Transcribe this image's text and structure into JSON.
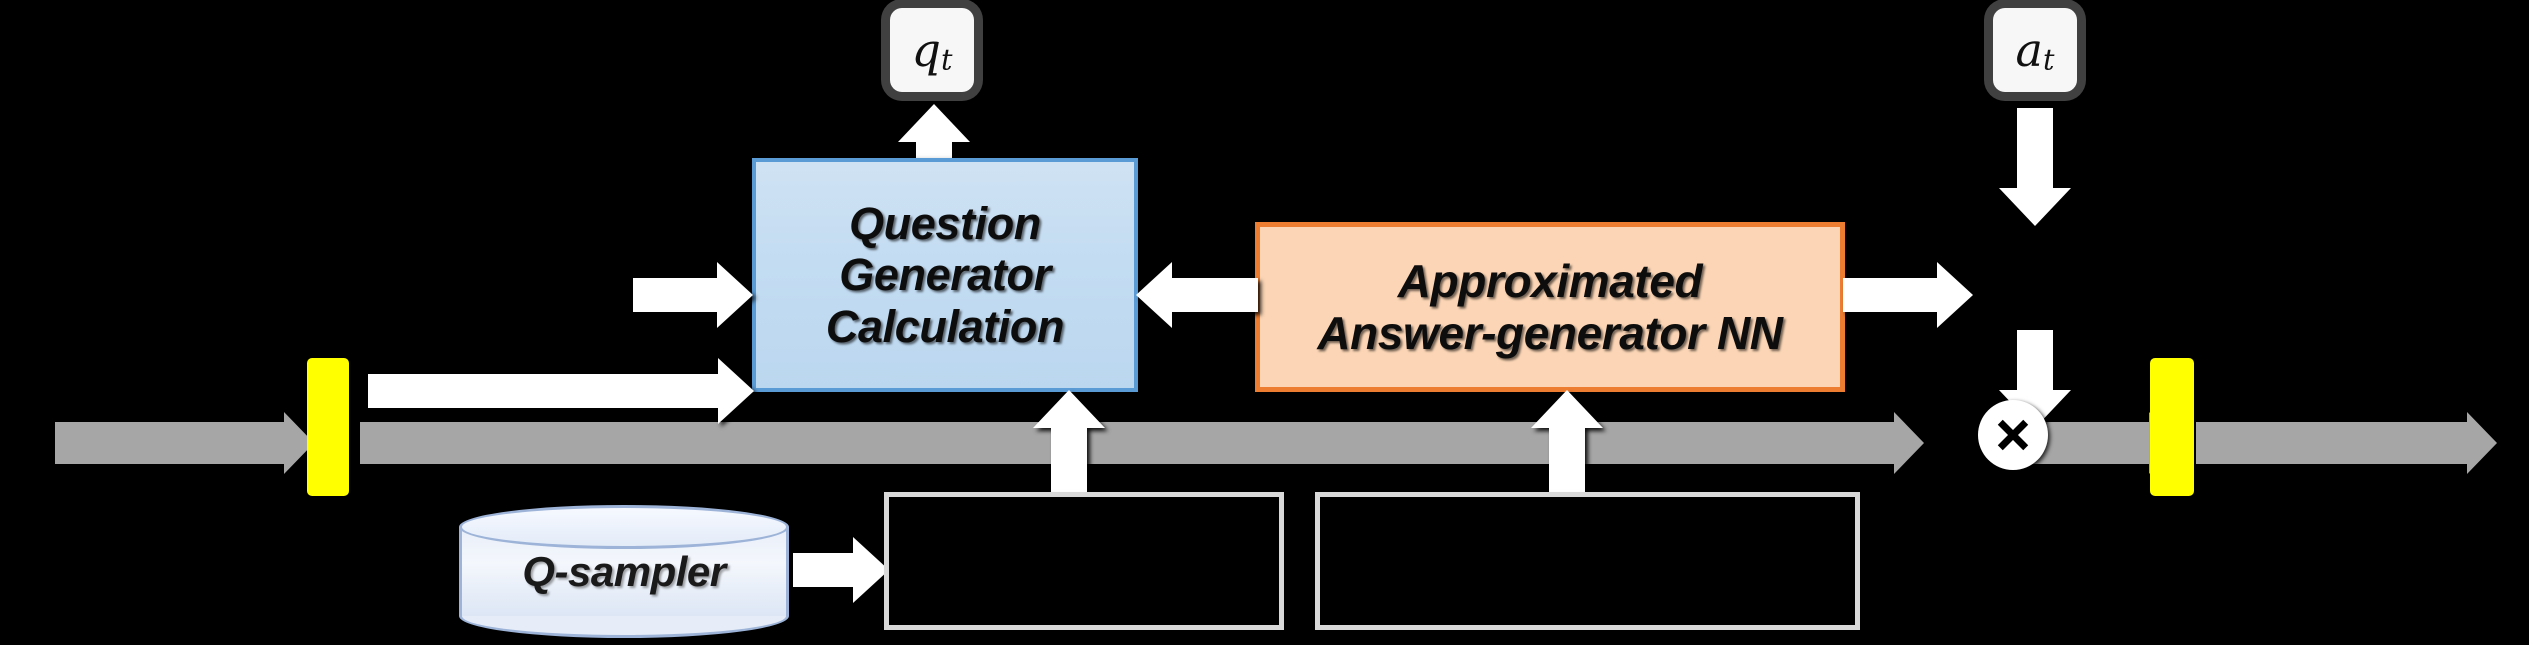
{
  "diagram": {
    "title": "Question generator / answer generator interaction timeline",
    "colors": {
      "background": "#000000",
      "timeline": "#A6A6A6",
      "marker": "#FFFF00",
      "blue_fill": "#BDD7EE",
      "blue_border": "#5B9BD5",
      "orange_fill": "#FBD5B5",
      "orange_border": "#ED7D31",
      "empty_box_border": "#D9D9D9",
      "arrow": "#FFFFFF"
    },
    "nodes": {
      "question_generator": {
        "label": "Question\nGenerator\nCalculation",
        "line1": "Question",
        "line2": "Generator",
        "line3": "Calculation"
      },
      "answer_generator": {
        "line1": "Approximated",
        "line2": "Answer-generator NN"
      },
      "q_sampler": {
        "label": "Q-sampler"
      },
      "q_token": {
        "base": "q",
        "sub": "t"
      },
      "a_token": {
        "base": "a",
        "sub": "t"
      },
      "multiply": {
        "symbol": "⊗",
        "name": "multiply-operator"
      },
      "empty_box_left": {
        "label": ""
      },
      "empty_box_right": {
        "label": ""
      }
    },
    "markers": {
      "left_marker": {
        "name": "timeline-marker-left"
      },
      "right_marker": {
        "name": "timeline-marker-right"
      }
    },
    "edges": [
      {
        "from": "question_generator",
        "to": "q_token",
        "direction": "up"
      },
      {
        "from": "timeline",
        "to": "question_generator",
        "direction": "right"
      },
      {
        "from": "left_marker",
        "to": "question_generator",
        "direction": "right"
      },
      {
        "from": "answer_generator",
        "to": "question_generator",
        "direction": "left"
      },
      {
        "from": "answer_generator",
        "to": "multiply",
        "direction": "right"
      },
      {
        "from": "a_token",
        "to": "multiply",
        "direction": "down"
      },
      {
        "from": "empty_box_left",
        "to": "question_generator",
        "direction": "up"
      },
      {
        "from": "empty_box_right",
        "to": "answer_generator",
        "direction": "up"
      },
      {
        "from": "q_sampler",
        "to": "empty_box_left",
        "direction": "right"
      }
    ]
  }
}
